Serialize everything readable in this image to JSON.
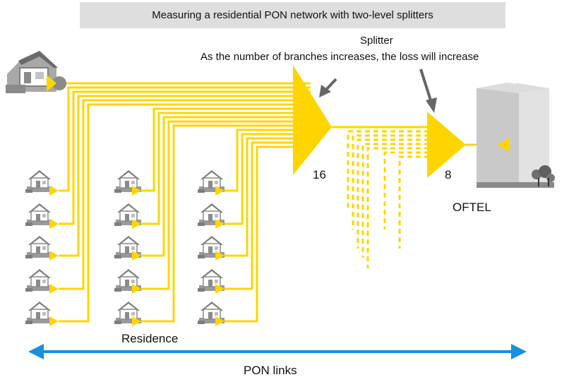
{
  "title": "Measuring a residential PON network with two-level splitters",
  "splitter_note": {
    "heading": "Splitter",
    "text": "As the number of branches increases, the loss will increase"
  },
  "first_splitter_ratio": "16",
  "second_splitter_ratio": "8",
  "olt_label": "OFTEL",
  "residence_label": "Residence",
  "links_label": "PON links",
  "colors": {
    "fiber": "#ffd500",
    "link_arrow": "#1a8fe0",
    "pointer_arrow": "#666666",
    "title_box": "#dedede"
  }
}
